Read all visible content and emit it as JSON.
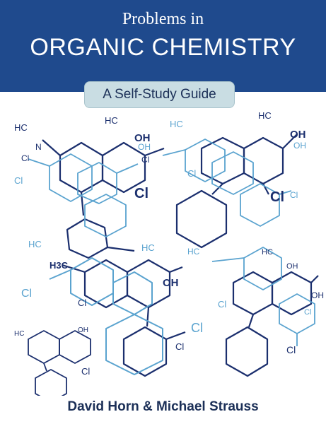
{
  "cover": {
    "series_line": "Problems in",
    "title": "ORGANIC CHEMISTRY",
    "subtitle": "A Self-Study Guide",
    "authors": "David Horn & Michael Strauss"
  },
  "colors": {
    "banner": "#1f4a8d",
    "pill": "#c9dde3",
    "dark_structure": "#1b2f6e",
    "light_structure": "#5aa3cf"
  },
  "art": {
    "labels": {
      "hc": "HC",
      "h3c": "H3C",
      "oh": "OH",
      "cl": "Cl",
      "n": "N"
    }
  }
}
